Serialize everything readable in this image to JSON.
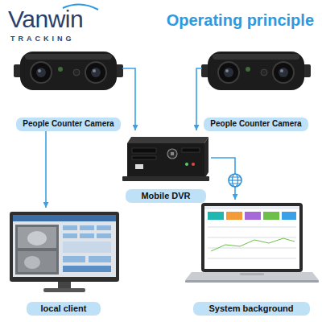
{
  "diagram": {
    "title": "Operating principle",
    "nodes": [
      {
        "text": [
          "People Counter Camera"
        ]
      },
      {
        "text": [
          "People Counter Camera"
        ]
      },
      {
        "text": [
          "Mobile DVR"
        ]
      },
      {
        "text": [
          "local client"
        ]
      },
      {
        "text": [
          "System background"
        ]
      }
    ],
    "edges": [
      {
        "from": 0,
        "to": 2,
        "arrow": "to"
      },
      {
        "from": 1,
        "to": 2,
        "arrow": "to"
      },
      {
        "from": 0,
        "to": 3,
        "arrow": "to"
      },
      {
        "from": 2,
        "to": 4,
        "arrow": "to"
      }
    ],
    "labels": [
      "Vanwin",
      "TRACKING"
    ]
  }
}
